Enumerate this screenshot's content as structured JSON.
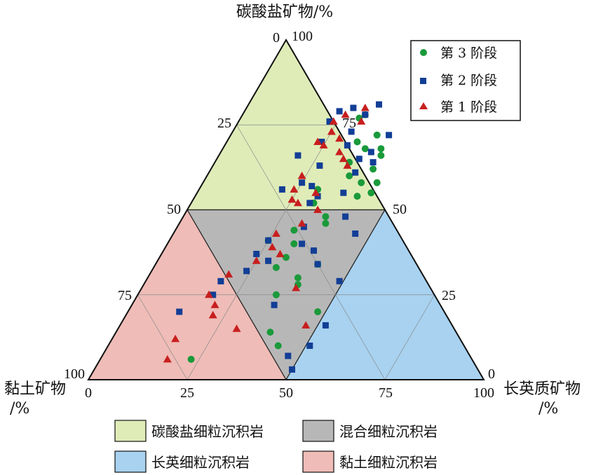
{
  "chart_data": {
    "type": "scatter",
    "subtype": "ternary",
    "axes": {
      "top": {
        "label": "碳酸盐矿物/%"
      },
      "left": {
        "label": "黏土矿物",
        "unit": "/%"
      },
      "right": {
        "label": "长英质矿物",
        "unit": "/%"
      }
    },
    "ticks": {
      "bottom": [
        "0",
        "25",
        "50",
        "75",
        "100"
      ],
      "left_side": [
        "100",
        "75",
        "50",
        "25",
        "0"
      ],
      "right_side": [
        "100",
        "75",
        "50",
        "25",
        "0"
      ]
    },
    "regions": [
      {
        "name": "碳酸盐细粒沉积岩",
        "color": "#dfecb8"
      },
      {
        "name": "混合细粒沉积岩",
        "color": "#b7b7b7"
      },
      {
        "name": "长英细粒沉积岩",
        "color": "#a8d2f0"
      },
      {
        "name": "黏土细粒沉积岩",
        "color": "#efbcb7"
      }
    ],
    "legend_position": "top-right",
    "series": [
      {
        "name": "第 3 阶段",
        "marker": "circle",
        "color": "#1a9a3a",
        "points": [
          {
            "carbonate": 77,
            "felsic": 30
          },
          {
            "carbonate": 78,
            "felsic": 31
          },
          {
            "carbonate": 72,
            "felsic": 37
          },
          {
            "carbonate": 70,
            "felsic": 33
          },
          {
            "carbonate": 68,
            "felsic": 36
          },
          {
            "carbonate": 68,
            "felsic": 40
          },
          {
            "carbonate": 66,
            "felsic": 41
          },
          {
            "carbonate": 62,
            "felsic": 41
          },
          {
            "carbonate": 58,
            "felsic": 40
          },
          {
            "carbonate": 58,
            "felsic": 44
          },
          {
            "carbonate": 55,
            "felsic": 44
          },
          {
            "carbonate": 54,
            "felsic": 41
          },
          {
            "carbonate": 64,
            "felsic": 34
          },
          {
            "carbonate": 60,
            "felsic": 36
          },
          {
            "carbonate": 56,
            "felsic": 30
          },
          {
            "carbonate": 52,
            "felsic": 31
          },
          {
            "carbonate": 48,
            "felsic": 36
          },
          {
            "carbonate": 46,
            "felsic": 37
          },
          {
            "carbonate": 44,
            "felsic": 30
          },
          {
            "carbonate": 41,
            "felsic": 25
          },
          {
            "carbonate": 40,
            "felsic": 32
          },
          {
            "carbonate": 36,
            "felsic": 32
          },
          {
            "carbonate": 33,
            "felsic": 31
          },
          {
            "carbonate": 30,
            "felsic": 38
          },
          {
            "carbonate": 28,
            "felsic": 39
          },
          {
            "carbonate": 25,
            "felsic": 35
          },
          {
            "carbonate": 20,
            "felsic": 48
          },
          {
            "carbonate": 14,
            "felsic": 39
          },
          {
            "carbonate": 10,
            "felsic": 43
          },
          {
            "carbonate": 6,
            "felsic": 23
          },
          {
            "carbonate": 34,
            "felsic": 41
          }
        ]
      },
      {
        "name": "第 2 阶段",
        "marker": "square",
        "color": "#123e96",
        "points": [
          {
            "carbonate": 80,
            "felsic": 27
          },
          {
            "carbonate": 81,
            "felsic": 33
          },
          {
            "carbonate": 79,
            "felsic": 24
          },
          {
            "carbonate": 78,
            "felsic": 31
          },
          {
            "carbonate": 76,
            "felsic": 23
          },
          {
            "carbonate": 73,
            "felsic": 30
          },
          {
            "carbonate": 72,
            "felsic": 40
          },
          {
            "carbonate": 70,
            "felsic": 24
          },
          {
            "carbonate": 69,
            "felsic": 31
          },
          {
            "carbonate": 67,
            "felsic": 38
          },
          {
            "carbonate": 66,
            "felsic": 20
          },
          {
            "carbonate": 65,
            "felsic": 36
          },
          {
            "carbonate": 64,
            "felsic": 40
          },
          {
            "carbonate": 63,
            "felsic": 27
          },
          {
            "carbonate": 61,
            "felsic": 37
          },
          {
            "carbonate": 58,
            "felsic": 25
          },
          {
            "carbonate": 57,
            "felsic": 28
          },
          {
            "carbonate": 56,
            "felsic": 21
          },
          {
            "carbonate": 55,
            "felsic": 37
          },
          {
            "carbonate": 54,
            "felsic": 31
          },
          {
            "carbonate": 52,
            "felsic": 30
          },
          {
            "carbonate": 48,
            "felsic": 41
          },
          {
            "carbonate": 45,
            "felsic": 32
          },
          {
            "carbonate": 43,
            "felsic": 46
          },
          {
            "carbonate": 41,
            "felsic": 25
          },
          {
            "carbonate": 40,
            "felsic": 34
          },
          {
            "carbonate": 38,
            "felsic": 38
          },
          {
            "carbonate": 37,
            "felsic": 24
          },
          {
            "carbonate": 35,
            "felsic": 28
          },
          {
            "carbonate": 34,
            "felsic": 41
          },
          {
            "carbonate": 32,
            "felsic": 24
          },
          {
            "carbonate": 29,
            "felsic": 49
          },
          {
            "carbonate": 29,
            "felsic": 19
          },
          {
            "carbonate": 25,
            "felsic": 19
          },
          {
            "carbonate": 22,
            "felsic": 36
          },
          {
            "carbonate": 20,
            "felsic": 13
          },
          {
            "carbonate": 16,
            "felsic": 52
          },
          {
            "carbonate": 10,
            "felsic": 51
          },
          {
            "carbonate": 7,
            "felsic": 47
          },
          {
            "carbonate": 3,
            "felsic": 50
          }
        ]
      },
      {
        "name": "第 1 阶段",
        "marker": "triangle",
        "color": "#c81e1e",
        "points": [
          {
            "carbonate": 80,
            "felsic": 30
          },
          {
            "carbonate": 78,
            "felsic": 26
          },
          {
            "carbonate": 76,
            "felsic": 24
          },
          {
            "carbonate": 76,
            "felsic": 31
          },
          {
            "carbonate": 73,
            "felsic": 25
          },
          {
            "carbonate": 71,
            "felsic": 28
          },
          {
            "carbonate": 70,
            "felsic": 23
          },
          {
            "carbonate": 69,
            "felsic": 25
          },
          {
            "carbonate": 67,
            "felsic": 30
          },
          {
            "carbonate": 65,
            "felsic": 32
          },
          {
            "carbonate": 63,
            "felsic": 34
          },
          {
            "carbonate": 60,
            "felsic": 24
          },
          {
            "carbonate": 56,
            "felsic": 24
          },
          {
            "carbonate": 55,
            "felsic": 30
          },
          {
            "carbonate": 53,
            "felsic": 25
          },
          {
            "carbonate": 52,
            "felsic": 27
          },
          {
            "carbonate": 50,
            "felsic": 33
          },
          {
            "carbonate": 46,
            "felsic": 31
          },
          {
            "carbonate": 43,
            "felsic": 26
          },
          {
            "carbonate": 39,
            "felsic": 27
          },
          {
            "carbonate": 37,
            "felsic": 30
          },
          {
            "carbonate": 35,
            "felsic": 25
          },
          {
            "carbonate": 31,
            "felsic": 20
          },
          {
            "carbonate": 27,
            "felsic": 39
          },
          {
            "carbonate": 25,
            "felsic": 18
          },
          {
            "carbonate": 22,
            "felsic": 21
          },
          {
            "carbonate": 19,
            "felsic": 22
          },
          {
            "carbonate": 16,
            "felsic": 47
          },
          {
            "carbonate": 15,
            "felsic": 30
          },
          {
            "carbonate": 12,
            "felsic": 16
          },
          {
            "carbonate": 6,
            "felsic": 17
          }
        ]
      }
    ]
  }
}
